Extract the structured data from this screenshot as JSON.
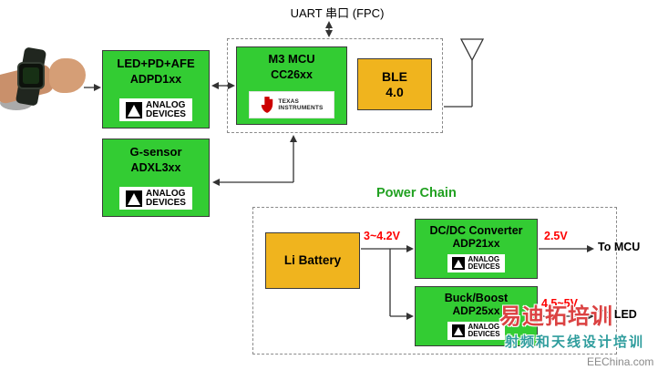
{
  "uart": {
    "label": "UART 串口 (FPC)"
  },
  "blocks": {
    "afe": {
      "line1": "LED+PD+AFE",
      "line2": "ADPD1xx"
    },
    "mcu": {
      "line1": "M3 MCU",
      "line2": "CC26xx"
    },
    "ble": {
      "line1": "BLE",
      "line2": "4.0"
    },
    "gsensor": {
      "line1": "G-sensor",
      "line2": "ADXL3xx"
    },
    "battery": {
      "label": "Li Battery"
    },
    "dcdc": {
      "line1": "DC/DC Converter",
      "line2": "ADP21xx"
    },
    "buckboost": {
      "line1": "Buck/Boost",
      "line2": "ADP25xx"
    }
  },
  "power": {
    "section_label": "Power Chain",
    "battery_voltage": "3~4.2V",
    "dcdc_voltage": "2.5V",
    "buckboost_voltage": "4.5~5V",
    "to_mcu": "To MCU",
    "to_led": "To LED"
  },
  "logos": {
    "adi": {
      "line1": "ANALOG",
      "line2": "DEVICES"
    },
    "ti": {
      "line1": "TEXAS",
      "line2": "INSTRUMENTS"
    }
  },
  "watermark": {
    "brand": "易迪拓培训",
    "tagline": "射频和天线设计培训",
    "site": "EEChina.com"
  },
  "colors": {
    "block_green": "#33cc33",
    "block_orange": "#f0b41e",
    "voltage_red": "#fe0000",
    "power_chain_green": "#21a121",
    "watermark_red": "#db4242",
    "watermark_teal": "#2f9d9d"
  }
}
